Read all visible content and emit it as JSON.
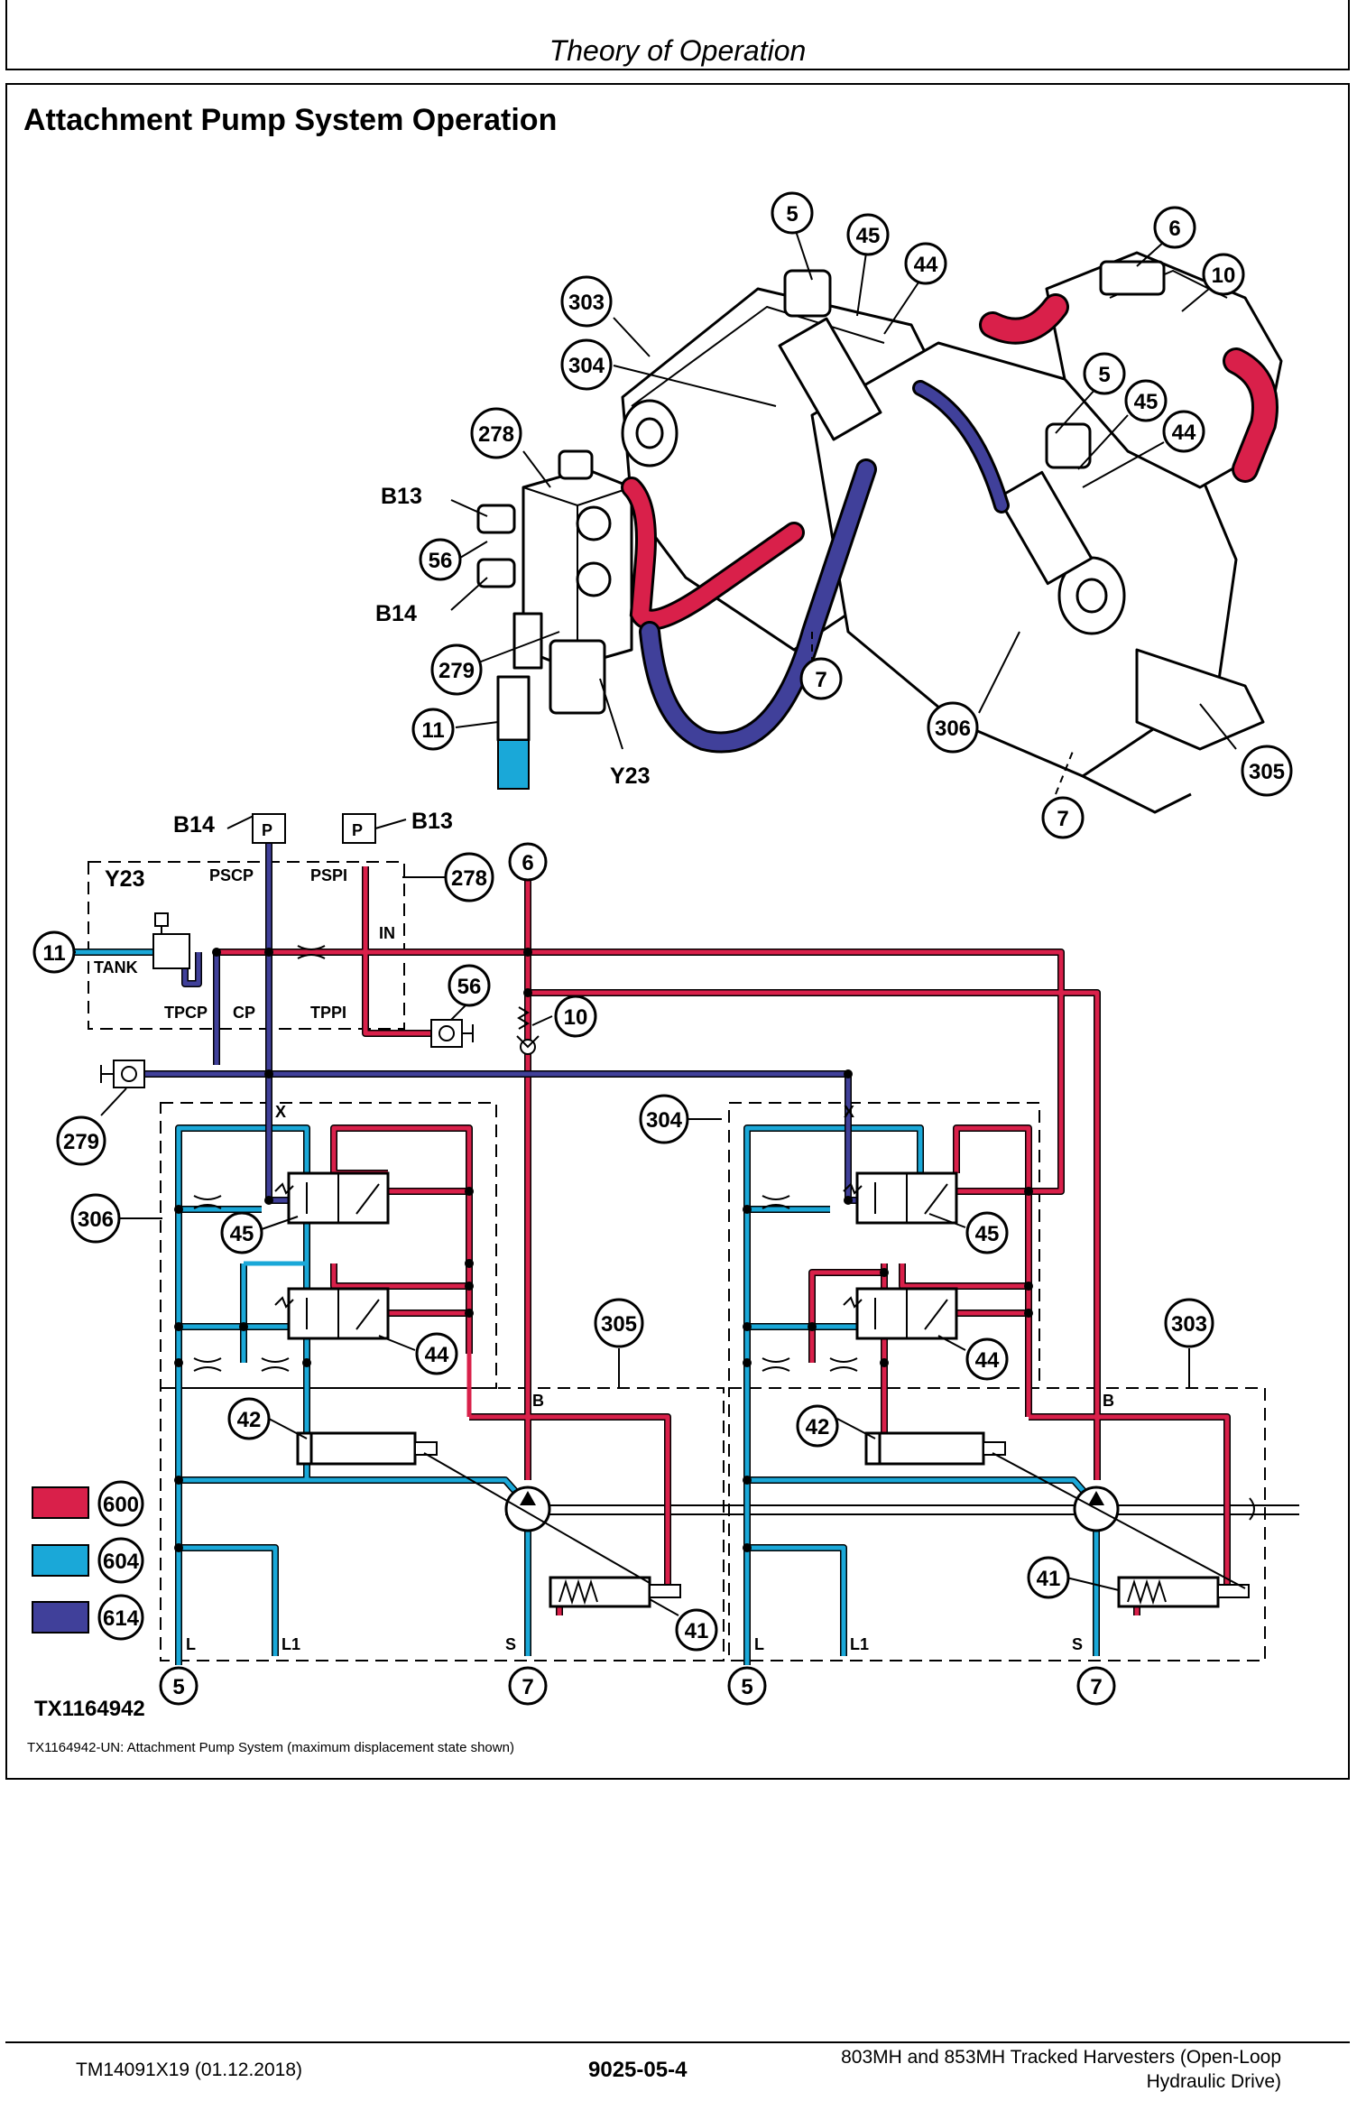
{
  "header": {
    "section": "Theory of Operation"
  },
  "title": "Attachment Pump System Operation",
  "illustration": {
    "callouts": [
      "5",
      "45",
      "44",
      "6",
      "10",
      "303",
      "304",
      "5",
      "45",
      "44",
      "278",
      "B13",
      "56",
      "B14",
      "279",
      "11",
      "Y23",
      "7",
      "306",
      "305",
      "7"
    ]
  },
  "schematic": {
    "labels": {
      "b14": "B14",
      "b13": "B13",
      "p1": "P",
      "p2": "P",
      "y23": "Y23",
      "pscp": "PSCP",
      "pspi": "PSPI",
      "tank": "TANK",
      "in": "IN",
      "tpcp": "TPCP",
      "cp": "CP",
      "tppi": "TPPI",
      "x1": "X",
      "x2": "X",
      "b1": "B",
      "b2": "B",
      "l_1": "L",
      "l1_1": "L1",
      "s_1": "S",
      "l_2": "L",
      "l1_2": "L1",
      "s_2": "S"
    },
    "bubbles": {
      "n278": "278",
      "n6": "6",
      "n11": "11",
      "n56": "56",
      "n10": "10",
      "n279": "279",
      "n304": "304",
      "n306": "306",
      "n45a": "45",
      "n45b": "45",
      "n44a": "44",
      "n44b": "44",
      "n305": "305",
      "n303": "303",
      "n42a": "42",
      "n42b": "42",
      "n41a": "41",
      "n41b": "41",
      "n5a": "5",
      "n7a": "7",
      "n5b": "5",
      "n7b": "7"
    },
    "colors": {
      "pressure": "#d9204a",
      "return": "#1aa8d8",
      "pilot": "#40409a"
    }
  },
  "legend": [
    {
      "color": "#d9204a",
      "label": "600"
    },
    {
      "color": "#1aa8d8",
      "label": "604"
    },
    {
      "color": "#40409a",
      "label": "614"
    }
  ],
  "figure_id": "TX1164942",
  "caption": "TX1164942-UN: Attachment Pump System (maximum displacement state shown)",
  "footer": {
    "manual": "TM14091X19 (01.12.2018)",
    "page": "9025-05-4",
    "title_line1": "803MH and 853MH Tracked Harvesters (Open-Loop",
    "title_line2": "Hydraulic Drive)"
  }
}
